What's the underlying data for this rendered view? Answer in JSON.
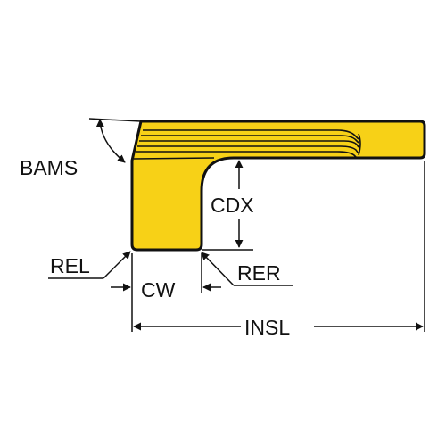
{
  "diagram": {
    "labels": {
      "bams": "BAMS",
      "cdx": "CDX",
      "rel": "REL",
      "cw": "CW",
      "rer": "RER",
      "insl": "INSL"
    },
    "colors": {
      "insert_fill": "#F7D117",
      "outline": "#111111",
      "background": "#FFFFFF"
    }
  }
}
